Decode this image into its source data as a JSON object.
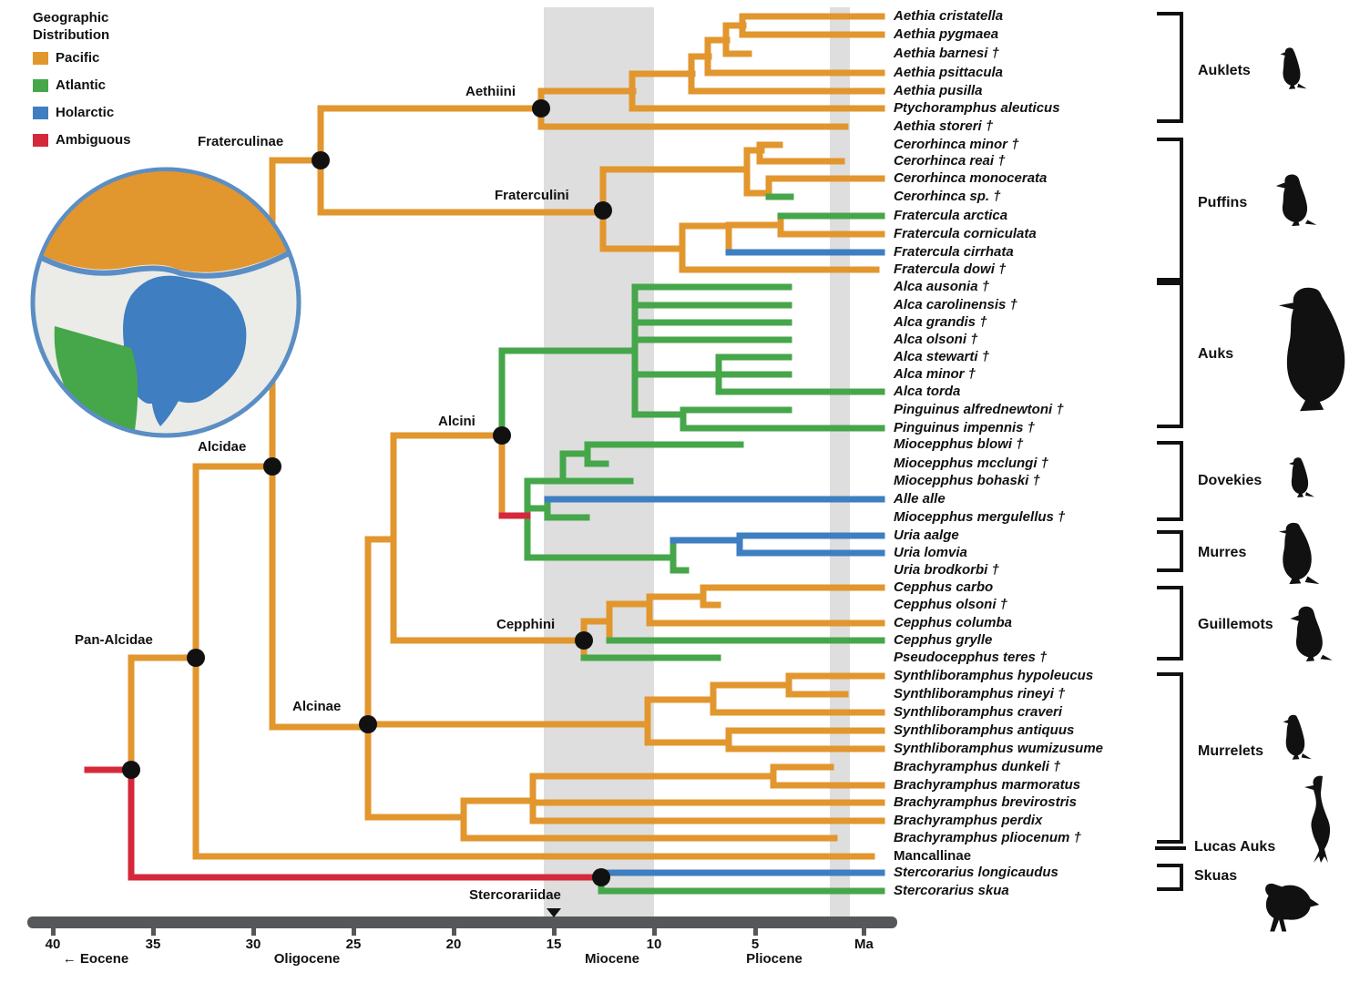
{
  "legend": {
    "title_line1": "Geographic",
    "title_line2": "Distribution",
    "items": [
      {
        "label": "Pacific",
        "color": "#E2962E"
      },
      {
        "label": "Atlantic",
        "color": "#46A64A"
      },
      {
        "label": "Holarctic",
        "color": "#3E7EC1"
      },
      {
        "label": "Ambiguous",
        "color": "#D5283B"
      }
    ]
  },
  "colors": {
    "pacific": "#E2962E",
    "atlantic": "#46A64A",
    "holarctic": "#3E7EC1",
    "ambiguous": "#D5283B",
    "band": "#DEDEDE",
    "axis": "#55575A",
    "globe_ring": "#5B8EC4",
    "globe_land": "#EBEBE8"
  },
  "clade_labels": [
    "Aethiini",
    "Fraterculinae",
    "Fraterculini",
    "Alcidae",
    "Alcini",
    "Cepphini",
    "Alcinae",
    "Pan-Alcidae",
    "Stercorariidae"
  ],
  "species": [
    {
      "label": "Aethia cristatella"
    },
    {
      "label": "Aethia pygmaea"
    },
    {
      "label": "Aethia barnesi †"
    },
    {
      "label": "Aethia psittacula"
    },
    {
      "label": "Aethia pusilla"
    },
    {
      "label": "Ptychoramphus aleuticus"
    },
    {
      "label": "Aethia storeri †"
    },
    {
      "label": "Cerorhinca minor †"
    },
    {
      "label": "Cerorhinca reai †"
    },
    {
      "label": "Cerorhinca monocerata"
    },
    {
      "label": "Cerorhinca sp. †"
    },
    {
      "label": "Fratercula arctica"
    },
    {
      "label": "Fratercula corniculata"
    },
    {
      "label": "Fratercula cirrhata"
    },
    {
      "label": "Fratercula dowi †"
    },
    {
      "label": "Alca ausonia †"
    },
    {
      "label": "Alca carolinensis †"
    },
    {
      "label": "Alca grandis †"
    },
    {
      "label": "Alca olsoni †"
    },
    {
      "label": "Alca stewarti †"
    },
    {
      "label": "Alca minor †"
    },
    {
      "label": "Alca torda"
    },
    {
      "label": "Pinguinus alfrednewtoni †"
    },
    {
      "label": "Pinguinus impennis †"
    },
    {
      "label": "Miocepphus blowi †"
    },
    {
      "label": "Miocepphus mcclungi †"
    },
    {
      "label": "Miocepphus bohaski †"
    },
    {
      "label": "Alle alle"
    },
    {
      "label": "Miocepphus mergulellus †"
    },
    {
      "label": "Uria aalge"
    },
    {
      "label": "Uria lomvia"
    },
    {
      "label": "Uria brodkorbi †"
    },
    {
      "label": "Cepphus carbo"
    },
    {
      "label": "Cepphus olsoni †"
    },
    {
      "label": "Cepphus columba"
    },
    {
      "label": "Cepphus grylle"
    },
    {
      "label": "Pseudocepphus teres †"
    },
    {
      "label": "Synthliboramphus hypoleucus"
    },
    {
      "label": "Synthliboramphus rineyi †"
    },
    {
      "label": "Synthliboramphus craveri"
    },
    {
      "label": "Synthliboramphus antiquus"
    },
    {
      "label": "Synthliboramphus wumizusume"
    },
    {
      "label": "Brachyramphus dunkeli †"
    },
    {
      "label": "Brachyramphus marmoratus"
    },
    {
      "label": "Brachyramphus brevirostris"
    },
    {
      "label": "Brachyramphus perdix"
    },
    {
      "label": "Brachyramphus pliocenum †"
    },
    {
      "label": "Mancallinae",
      "roman": true
    },
    {
      "label": "Stercorarius longicaudus"
    },
    {
      "label": "Stercorarius skua"
    }
  ],
  "groups": [
    {
      "label": "Auklets"
    },
    {
      "label": "Puffins"
    },
    {
      "label": "Auks"
    },
    {
      "label": "Dovekies"
    },
    {
      "label": "Murres"
    },
    {
      "label": "Guillemots"
    },
    {
      "label": "Murrelets"
    },
    {
      "label": "Lucas Auks"
    },
    {
      "label": "Skuas"
    }
  ],
  "axis": {
    "ticks": [
      "40",
      "35",
      "30",
      "25",
      "20",
      "15",
      "10",
      "5"
    ],
    "unit": "Ma",
    "epochs": [
      "← Eocene",
      "Oligocene",
      "Miocene",
      "Pliocene"
    ]
  }
}
